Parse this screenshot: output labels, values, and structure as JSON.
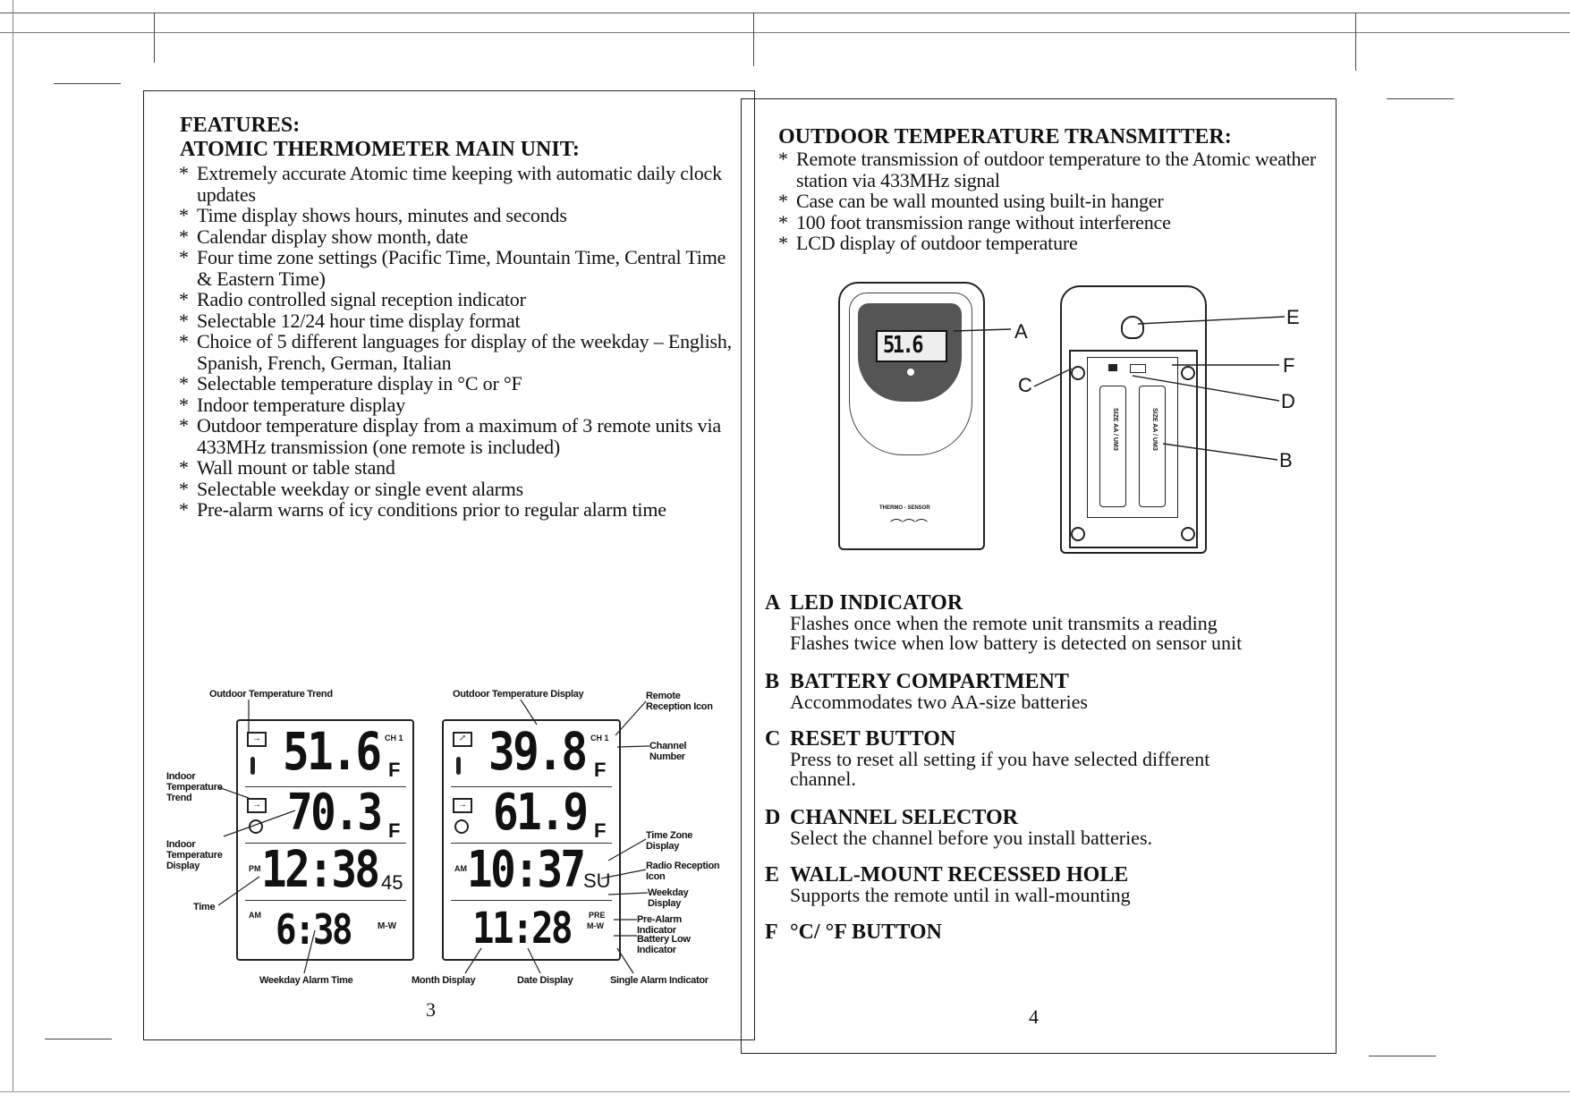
{
  "left_page": {
    "features_heading": "FEATURES:",
    "main_unit_heading": "ATOMIC THERMOMETER MAIN UNIT:",
    "features": [
      "Extremely accurate Atomic time keeping with automatic daily clock updates",
      "Time display shows hours, minutes and seconds",
      "Calendar display show month, date",
      "Four time zone settings (Pacific Time, Mountain Time, Central Time & Eastern Time)",
      "Radio controlled signal reception indicator",
      "Selectable 12/24 hour time display format",
      "Choice of 5 different languages for display of the weekday – English, Spanish, French, German, Italian",
      "Selectable temperature display in °C or °F",
      "Indoor temperature display",
      "Outdoor temperature display from a maximum of 3 remote units via 433MHz transmission (one remote is included)",
      "Wall mount or table stand",
      "Selectable weekday or single event alarms",
      "Pre-alarm warns of icy conditions prior to regular alarm time"
    ],
    "page_number": "3",
    "display1": {
      "outdoor_temp": "51.6",
      "indoor_temp": "70.3",
      "unit": "F",
      "time": "12:38",
      "seconds": "45",
      "alarm_time": "6:38",
      "pm": "PM",
      "am": "AM",
      "ch": "CH 1",
      "mtw": "M-W"
    },
    "display2": {
      "outdoor_temp": "39.8",
      "indoor_temp": "61.9",
      "unit": "F",
      "time": "10:37",
      "weekday": "SU",
      "date": "11:28",
      "am": "AM",
      "ch": "CH 1",
      "pre": "PRE",
      "mtw": "M-W"
    },
    "labels": {
      "outdoor_temp_trend": "Outdoor Temperature Trend",
      "indoor_temp_trend": "Indoor Temperature Trend",
      "indoor_temp_display": "Indoor Temperature Display",
      "time": "Time",
      "weekday_alarm_time": "Weekday Alarm Time",
      "outdoor_temp_display": "Outdoor Temperature Display",
      "remote_reception_icon": "Remote Reception Icon",
      "channel_number": "Channel Number",
      "time_zone_display": "Time Zone Display",
      "radio_reception_icon": "Radio Reception Icon",
      "weekday_display": "Weekday Display",
      "pre_alarm_indicator": "Pre-Alarm Indicator",
      "battery_low_indicator": "Battery Low Indicator",
      "month_display": "Month Display",
      "date_display": "Date Display",
      "single_alarm_indicator": "Single Alarm Indicator"
    }
  },
  "right_page": {
    "heading": "OUTDOOR TEMPERATURE TRANSMITTER:",
    "features": [
      "Remote transmission of outdoor temperature to the Atomic weather station via 433MHz signal",
      "Case can be wall mounted using built-in hanger",
      "100 foot transmission range without interference",
      "LCD display of outdoor temperature"
    ],
    "sensor": {
      "display": "51.6",
      "brand": "THERMO - SENSOR",
      "battery_label": "SIZE AA / UM3",
      "callouts": [
        "A",
        "B",
        "C",
        "D",
        "E",
        "F"
      ]
    },
    "items": [
      {
        "letter": "A",
        "title": "LED INDICATOR",
        "lines": [
          "Flashes once when the remote unit transmits a reading",
          "Flashes twice when low battery is detected on sensor unit"
        ]
      },
      {
        "letter": "B",
        "title": "BATTERY COMPARTMENT",
        "lines": [
          "Accommodates two AA-size batteries"
        ]
      },
      {
        "letter": "C",
        "title": "RESET BUTTON",
        "lines": [
          "Press to reset all setting if you have selected different",
          "channel."
        ]
      },
      {
        "letter": "D",
        "title": "CHANNEL SELECTOR",
        "lines": [
          "Select the channel before you install batteries."
        ]
      },
      {
        "letter": "E",
        "title": "WALL-MOUNT RECESSED HOLE",
        "lines": [
          "Supports the remote until in wall-mounting"
        ]
      },
      {
        "letter": "F",
        "title": "°C/ °F BUTTON",
        "lines": []
      }
    ],
    "page_number": "4"
  }
}
